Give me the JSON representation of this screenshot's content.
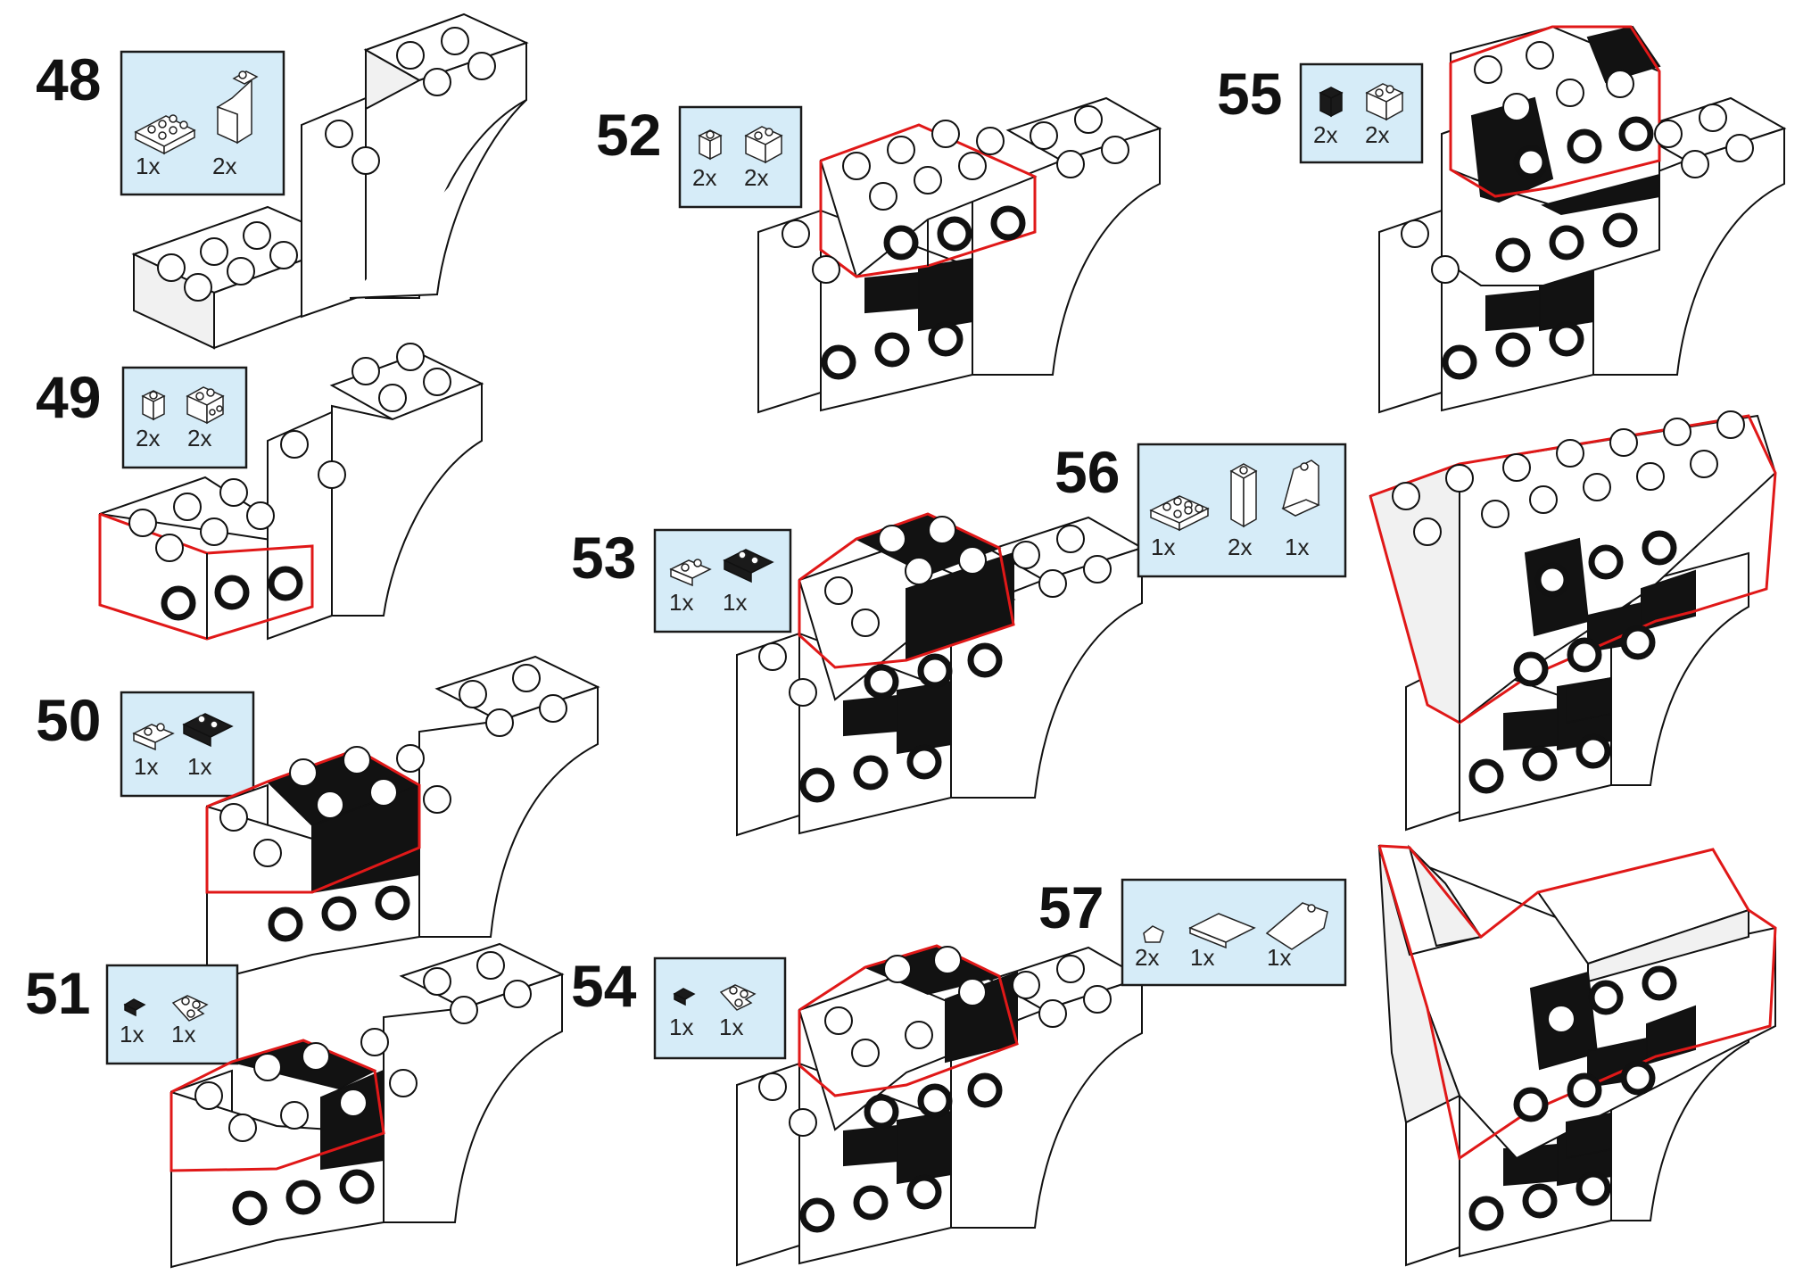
{
  "steps": [
    {
      "number": "48",
      "parts": [
        {
          "qty": "1x",
          "icon": "plate-2x3-icon"
        },
        {
          "qty": "2x",
          "icon": "arch-brick-icon"
        }
      ]
    },
    {
      "number": "49",
      "parts": [
        {
          "qty": "2x",
          "icon": "brick-1x1-side-stud-icon"
        },
        {
          "qty": "2x",
          "icon": "brick-1x2-side-studs-icon"
        }
      ]
    },
    {
      "number": "50",
      "parts": [
        {
          "qty": "1x",
          "icon": "plate-1x2-icon"
        },
        {
          "qty": "1x",
          "icon": "black-plate-2x2-icon"
        }
      ]
    },
    {
      "number": "51",
      "parts": [
        {
          "qty": "1x",
          "icon": "black-plate-1x1-icon"
        },
        {
          "qty": "1x",
          "icon": "corner-plate-icon"
        }
      ]
    },
    {
      "number": "52",
      "parts": [
        {
          "qty": "2x",
          "icon": "brick-1x1-side-stud-icon"
        },
        {
          "qty": "2x",
          "icon": "brick-1x2-side-studs-icon"
        }
      ]
    },
    {
      "number": "53",
      "parts": [
        {
          "qty": "1x",
          "icon": "plate-1x2-icon"
        },
        {
          "qty": "1x",
          "icon": "black-plate-2x2-icon"
        }
      ]
    },
    {
      "number": "54",
      "parts": [
        {
          "qty": "1x",
          "icon": "black-plate-1x1-icon"
        },
        {
          "qty": "1x",
          "icon": "corner-plate-icon"
        }
      ]
    },
    {
      "number": "55",
      "parts": [
        {
          "qty": "2x",
          "icon": "black-brick-1x1-side-stud-icon"
        },
        {
          "qty": "2x",
          "icon": "brick-1x2-side-studs-icon"
        }
      ]
    },
    {
      "number": "56",
      "parts": [
        {
          "qty": "1x",
          "icon": "plate-2x3-icon"
        },
        {
          "qty": "2x",
          "icon": "tall-brick-1x1-icon"
        },
        {
          "qty": "1x",
          "icon": "slope-brick-icon"
        }
      ]
    },
    {
      "number": "57",
      "parts": [
        {
          "qty": "2x",
          "icon": "tile-slope-small-icon"
        },
        {
          "qty": "1x",
          "icon": "tile-2x3-icon"
        },
        {
          "qty": "1x",
          "icon": "slope-2x3-icon"
        }
      ]
    }
  ],
  "colors": {
    "highlight": "#e01818",
    "box_fill": "#d6ecf8",
    "brick_black": "#121212"
  }
}
